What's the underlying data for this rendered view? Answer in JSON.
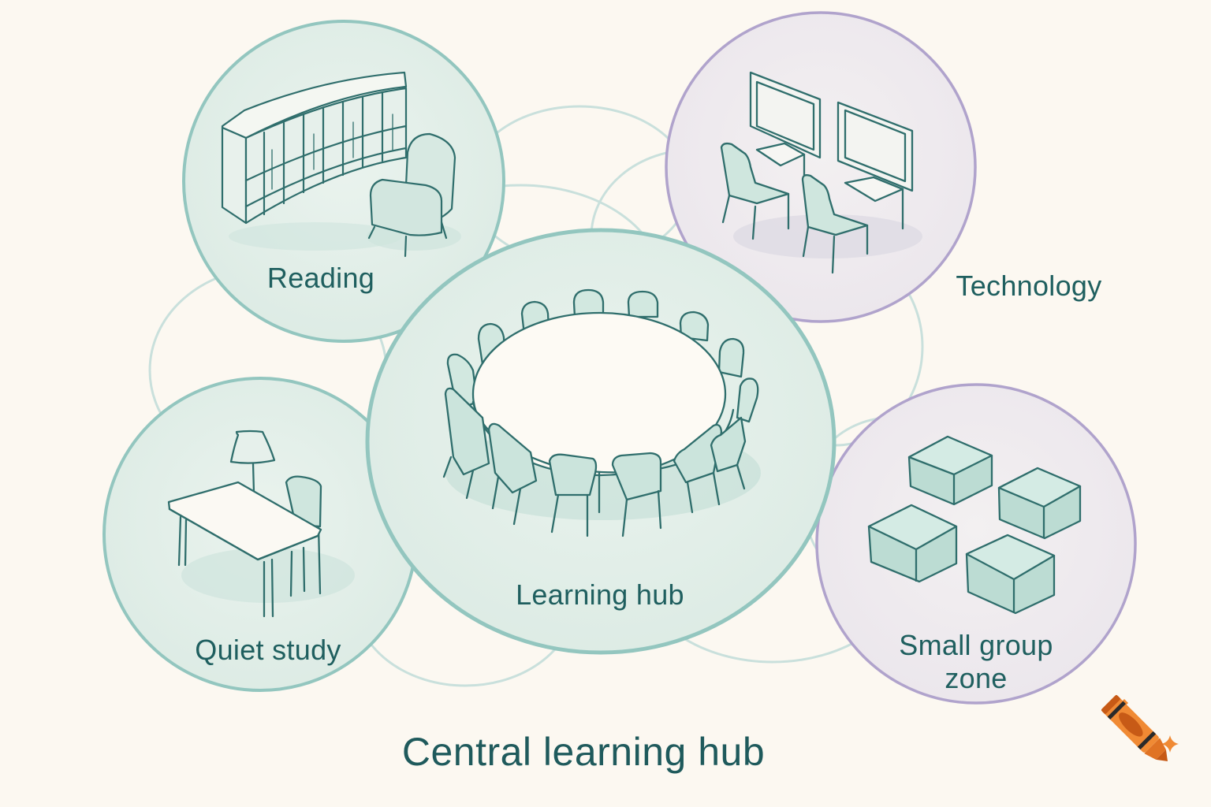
{
  "title": "Central learning hub",
  "colors": {
    "background": "#fcf8f1",
    "teal_stroke": "#8fc4bd",
    "teal_fill": "#e4efe8",
    "lavender_stroke": "#b3a6d0",
    "lavender_fill": "#efebef",
    "ink": "#2f6e6c",
    "text": "#1f5f5f",
    "crayon_orange": "#f08a34",
    "crayon_dark": "#c75a16"
  },
  "zones": [
    {
      "id": "reading",
      "label": "Reading",
      "icon": "bookshelf-armchair-icon",
      "theme": "teal"
    },
    {
      "id": "technology",
      "label": "Technology",
      "icon": "computer-workstations-icon",
      "theme": "lavender"
    },
    {
      "id": "learning-hub",
      "label": "Learning hub",
      "icon": "round-table-chairs-icon",
      "theme": "teal"
    },
    {
      "id": "quiet-study",
      "label": "Quiet study",
      "icon": "desk-lamp-chair-icon",
      "theme": "teal"
    },
    {
      "id": "small-group",
      "label_line1": "Small group",
      "label_line2": "zone",
      "icon": "ottoman-cubes-icon",
      "theme": "lavender"
    }
  ],
  "badge": {
    "icon": "crayon-sparkle-icon"
  }
}
